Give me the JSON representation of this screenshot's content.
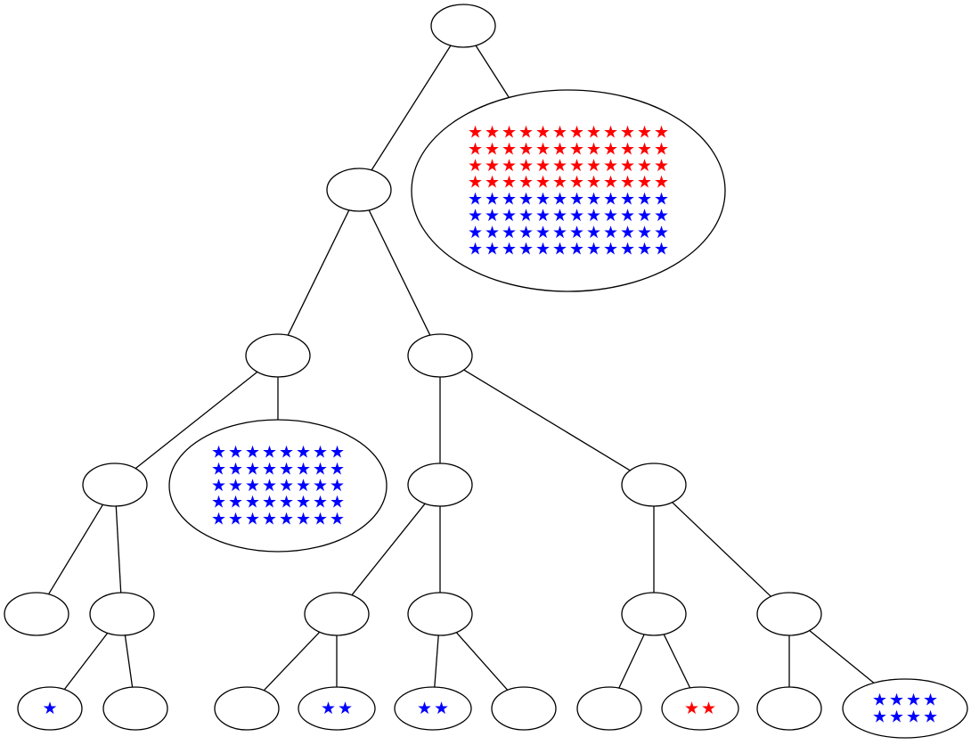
{
  "palette": {
    "red": "#ff0000",
    "blue": "#0000ff",
    "stroke": "#000000",
    "fill": "#ffffff"
  },
  "star_glyph": "★",
  "tree": {
    "nodes": [
      {
        "id": "root",
        "star_rows": []
      },
      {
        "id": "a",
        "star_rows": []
      },
      {
        "id": "flag",
        "star_rows": [
          {
            "color": "red",
            "count": 12
          },
          {
            "color": "red",
            "count": 12
          },
          {
            "color": "red",
            "count": 12
          },
          {
            "color": "red",
            "count": 12
          },
          {
            "color": "blue",
            "count": 12
          },
          {
            "color": "blue",
            "count": 12
          },
          {
            "color": "blue",
            "count": 12
          },
          {
            "color": "blue",
            "count": 12
          }
        ]
      },
      {
        "id": "b",
        "star_rows": []
      },
      {
        "id": "c",
        "star_rows": []
      },
      {
        "id": "d",
        "star_rows": []
      },
      {
        "id": "blue-block",
        "star_rows": [
          {
            "color": "blue",
            "count": 8
          },
          {
            "color": "blue",
            "count": 8
          },
          {
            "color": "blue",
            "count": 8
          },
          {
            "color": "blue",
            "count": 8
          },
          {
            "color": "blue",
            "count": 8
          }
        ]
      },
      {
        "id": "e",
        "star_rows": []
      },
      {
        "id": "f",
        "star_rows": []
      },
      {
        "id": "d1",
        "star_rows": []
      },
      {
        "id": "d2",
        "star_rows": []
      },
      {
        "id": "d2a",
        "star_rows": [
          {
            "color": "blue",
            "count": 1
          }
        ]
      },
      {
        "id": "d2b",
        "star_rows": []
      },
      {
        "id": "e1",
        "star_rows": []
      },
      {
        "id": "e2",
        "star_rows": []
      },
      {
        "id": "e1a",
        "star_rows": []
      },
      {
        "id": "e1b",
        "star_rows": [
          {
            "color": "blue",
            "count": 2
          }
        ]
      },
      {
        "id": "e2a",
        "star_rows": [
          {
            "color": "blue",
            "count": 2
          }
        ]
      },
      {
        "id": "e2b",
        "star_rows": []
      },
      {
        "id": "f1",
        "star_rows": []
      },
      {
        "id": "f2",
        "star_rows": []
      },
      {
        "id": "f1a",
        "star_rows": []
      },
      {
        "id": "f1b",
        "star_rows": [
          {
            "color": "red",
            "count": 2
          }
        ]
      },
      {
        "id": "f2a",
        "star_rows": []
      },
      {
        "id": "f2b",
        "star_rows": [
          {
            "color": "blue",
            "count": 4
          },
          {
            "color": "blue",
            "count": 4
          }
        ]
      }
    ],
    "edges": [
      [
        "root",
        "a"
      ],
      [
        "root",
        "flag"
      ],
      [
        "a",
        "b"
      ],
      [
        "a",
        "c"
      ],
      [
        "b",
        "d"
      ],
      [
        "b",
        "blue-block"
      ],
      [
        "c",
        "e"
      ],
      [
        "c",
        "f"
      ],
      [
        "d",
        "d1"
      ],
      [
        "d",
        "d2"
      ],
      [
        "d2",
        "d2a"
      ],
      [
        "d2",
        "d2b"
      ],
      [
        "e",
        "e1"
      ],
      [
        "e",
        "e2"
      ],
      [
        "e1",
        "e1a"
      ],
      [
        "e1",
        "e1b"
      ],
      [
        "e2",
        "e2a"
      ],
      [
        "e2",
        "e2b"
      ],
      [
        "f",
        "f1"
      ],
      [
        "f",
        "f2"
      ],
      [
        "f1",
        "f1a"
      ],
      [
        "f1",
        "f1b"
      ],
      [
        "f2",
        "f2a"
      ],
      [
        "f2",
        "f2b"
      ]
    ]
  }
}
